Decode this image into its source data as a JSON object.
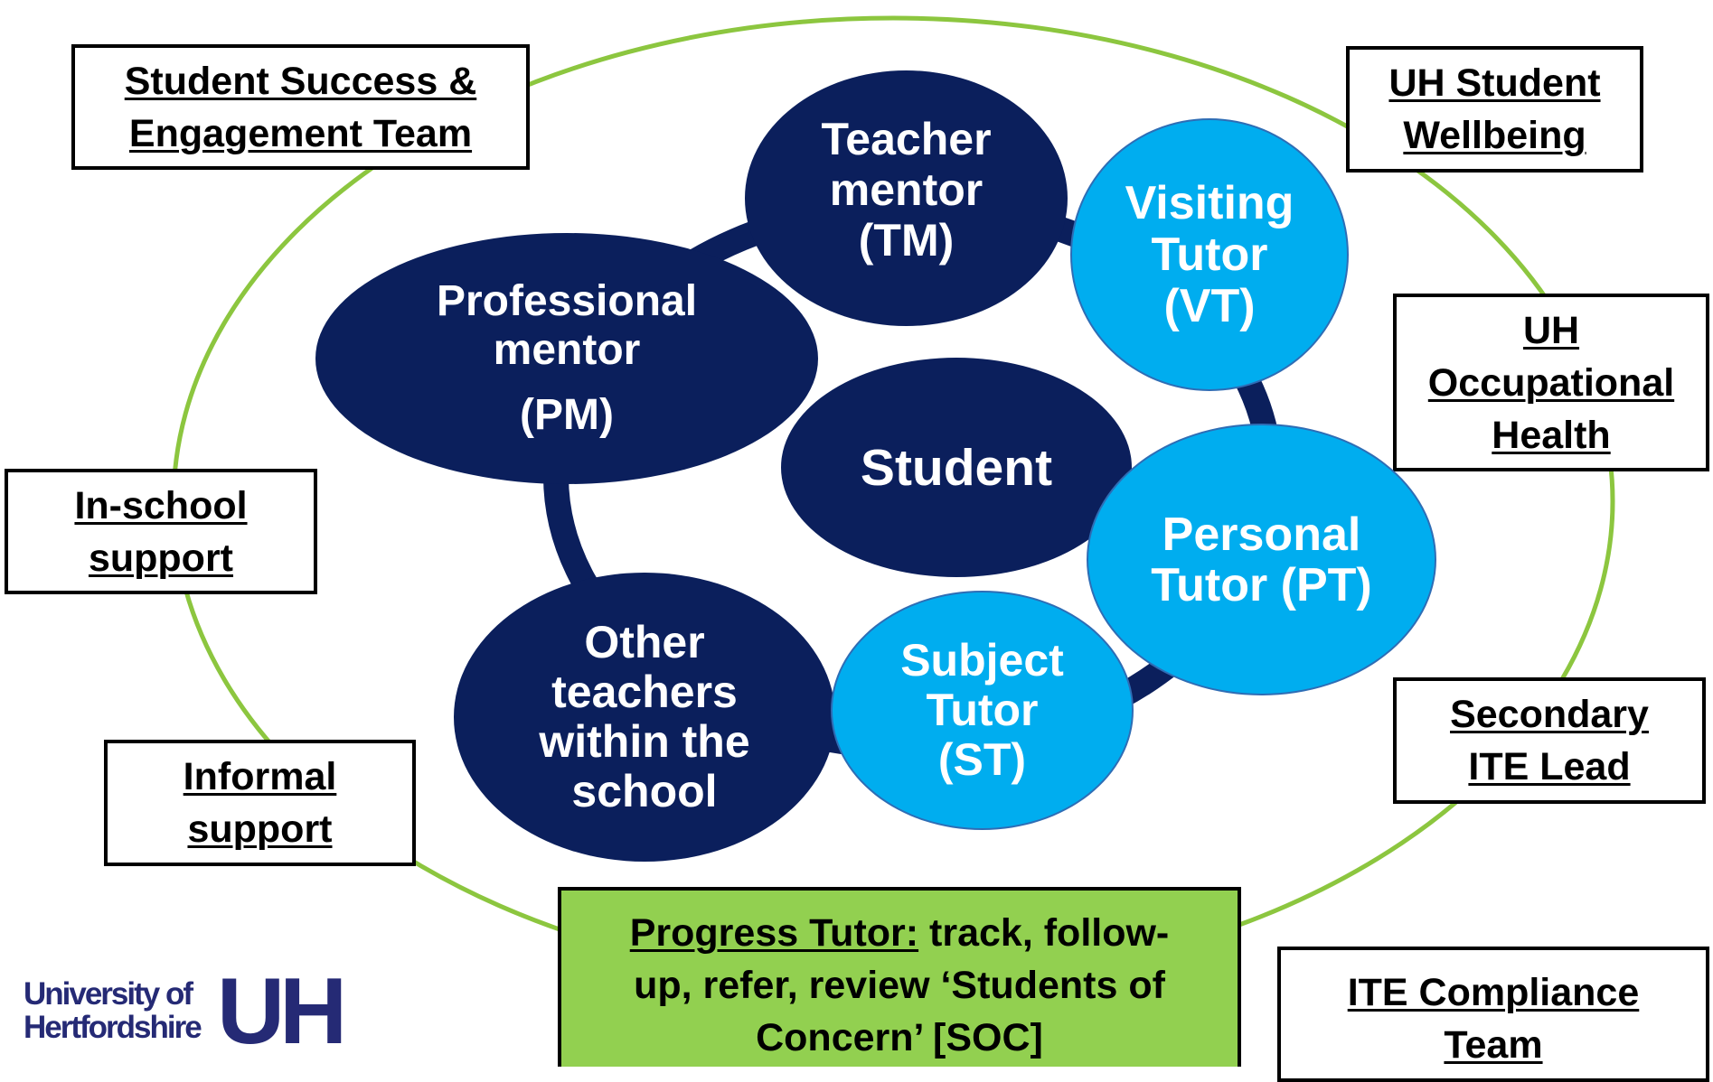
{
  "colors": {
    "outer_ring": "#8cc63f",
    "inner_ring": "#0b1f5c",
    "dark_node": "#0b1f5c",
    "light_node": "#00adef",
    "progress_fill": "#92d050",
    "logo": "#252a75"
  },
  "nodes": {
    "student": "Student",
    "teacher_mentor": [
      "Teacher",
      "mentor",
      "(TM)"
    ],
    "visiting_tutor": [
      "Visiting",
      "Tutor",
      "(VT)"
    ],
    "professional_mentor": [
      "Professional",
      "mentor",
      "(PM)"
    ],
    "personal_tutor": [
      "Personal",
      "Tutor (PT)"
    ],
    "subject_tutor": [
      "Subject",
      "Tutor",
      "(ST)"
    ],
    "other_teachers": [
      "Other",
      "teachers",
      "within the",
      "school"
    ]
  },
  "boxes": {
    "student_success": [
      "Student Success &",
      "Engagement Team"
    ],
    "uh_wellbeing": [
      "UH Student",
      "Wellbeing"
    ],
    "uh_occupational": [
      "UH",
      "Occupational",
      "Health"
    ],
    "in_school": [
      "In-school",
      "support"
    ],
    "informal": [
      "Informal",
      "support"
    ],
    "secondary_ite": [
      "Secondary",
      "ITE Lead"
    ],
    "ite_compliance": [
      "ITE Compliance",
      "Team"
    ]
  },
  "progress": {
    "heading": "Progress Tutor:",
    "line1_rest": " track, follow-",
    "line2": "up, refer, review ‘Students of",
    "line3": "Concern’ [SOC]"
  },
  "logo": {
    "line1": "University of",
    "line2": "Hertfordshire",
    "mark": "UH"
  }
}
